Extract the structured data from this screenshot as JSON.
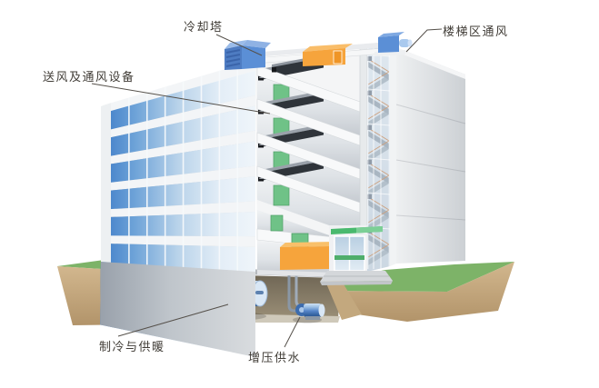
{
  "page": {
    "background": "#ffffff"
  },
  "diagram": {
    "type": "building-hvac-cutaway-illustration",
    "labels": {
      "cooling_tower": "冷却塔",
      "stair_ventilation": "楼梯区通风",
      "air_supply": "送风及通风设备",
      "cooling_heating": "制冷与供暖",
      "pressurized_water": "增压供水"
    },
    "colors": {
      "label_text": "#413d37",
      "leader_line": "#55504a",
      "window_blue": "#4a86cc",
      "spandrel_gray": "#aab1b8",
      "door_green": "#6fc287",
      "equipment_orange": "#f6a43c",
      "entrance_sign_green": "#49b96e",
      "duct_dark": "#2f343a",
      "cooling_tower_blue": "#5b8fd6",
      "tank_blue": "#3c6cae",
      "grass_green": "#7db368",
      "earth_tan": "#c4a87c",
      "wall_light": "#eceeef"
    }
  }
}
